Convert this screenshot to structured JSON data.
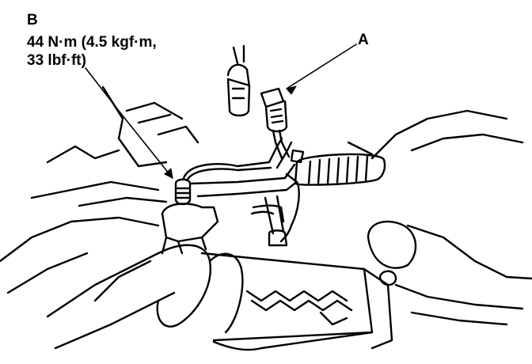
{
  "labels": {
    "b": "B",
    "torque_line1": "44 N·m (4.5 kgf·m,",
    "torque_line2": "33 lbf·ft)",
    "a": "A"
  },
  "colors": {
    "ink": "#000000",
    "paper": "#ffffff"
  }
}
